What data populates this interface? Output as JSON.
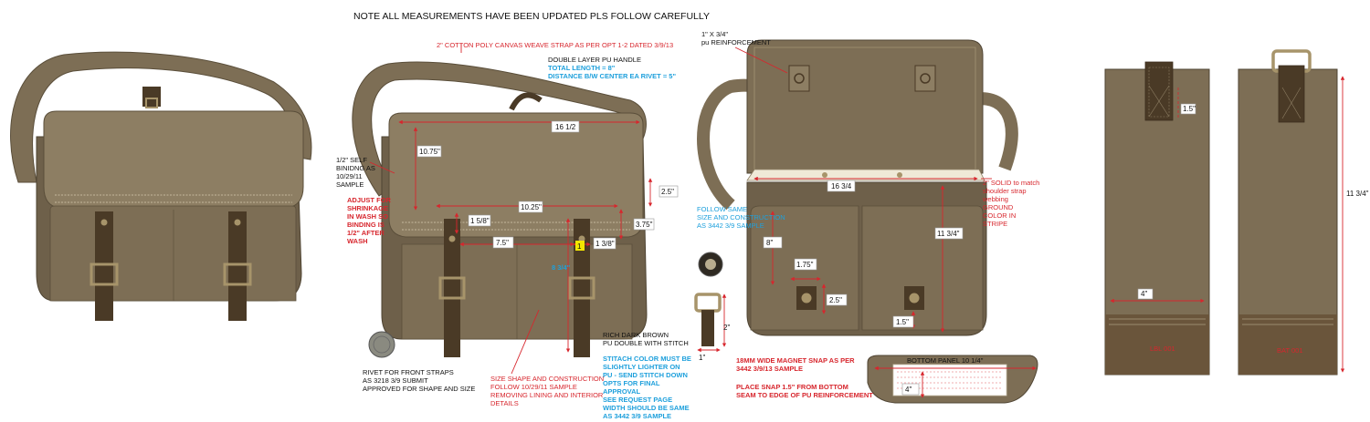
{
  "header_note": "NOTE ALL MEASUREMENTS HAVE BEEN UPDATED PLS FOLLOW CAREFULLY",
  "colors": {
    "canvas": "#7d6e55",
    "canvas_light": "#8d7e63",
    "leather": "#4a3a26",
    "hardware": "#a7946a",
    "red": "#d7262d",
    "blue": "#1ea0dc"
  },
  "view2": {
    "strap_note": "2\" COTTON POLY CANVAS WEAVE STRAP AS PER OPT 1-2 DATED 3/9/13",
    "handle_title": "DOUBLE LAYER PU HANDLE",
    "handle_length": "TOTAL LENGTH = 8\"",
    "handle_distance": "DISTANCE B/W CENTER EA RIVET = 5\"",
    "binding_lines": [
      "1/2\" SELF",
      "BINIDNG AS",
      "10/29/11",
      "SAMPLE"
    ],
    "shrink_lines": [
      "ADJUST FOR",
      "SHRINKAGE",
      "IN WASH SO",
      "BINDING IS",
      "1/2\" AFTER",
      "WASH"
    ],
    "rivet_lines": [
      "RIVET FOR FRONT STRAPS",
      "AS 3218 3/9 SUBMIT",
      "APPROVED FOR SHAPE AND SIZE"
    ],
    "size_lines": [
      "SIZE SHAPE AND CONSTRUCTION",
      "FOLLOW 10/29/11 SAMPLE",
      "REMOVING LINING AND INTERIOR",
      "DETAILS"
    ],
    "leather_lines": [
      "RICH DARK BROWN",
      "PU DOUBLE WITH STITCH"
    ],
    "stitch_lines": [
      "STITACH COLOR MUST BE",
      "SLIGHTLY LIGHTER ON",
      "PU - SEND STITCH DOWN",
      "OPTS FOR FINAL",
      "APPROVAL"
    ],
    "request_lines": [
      "SEE REQUEST PAGE",
      "WIDTH SHOULD BE SAME",
      "AS 3442 3/9 SAMPLE"
    ],
    "dims": {
      "width_top": "16 1/2",
      "height_flap": "10.75\"",
      "flap_width": "10.25\"",
      "side_gap": "2.5\"",
      "strap_off": "1 5/8\"",
      "strap_len": "3.75\"",
      "strap_space": "7.5\"",
      "strap_w": "1 3/8\"",
      "strap_num": "1",
      "total_h": "8 3/4\""
    }
  },
  "view3": {
    "reinf_lines": [
      "1\" X 3/4\"",
      "pu REINFORCEMENT"
    ],
    "follow_lines": [
      "FOLLOW SAME",
      "SIZE AND CONSTRUCTION",
      "AS 3442 3/9 SAMPLE"
    ],
    "solid_lines": [
      "2\" SOLID to match",
      "shoulder strap",
      "webbing",
      "GROUND",
      "COLOR IN",
      "STRIPE"
    ],
    "magnet_lines": [
      "18MM WIDE MAGNET SNAP AS PER",
      "3442 3/9/13 SAMPLE"
    ],
    "place_lines": [
      "PLACE SNAP 1.5\" FROM BOTTOM",
      "SEAM TO EDGE OF PU REINFORCEMENT"
    ],
    "bottom_panel": "BOTTOM PANEL 10 1/4\"",
    "dims": {
      "top_w": "16 3/4",
      "front_h": "8\"",
      "snap_w": "1.75\"",
      "snap_h": "2.5\"",
      "snap_off": "1.5\"",
      "full_h": "11 3/4\"",
      "bottom_d": "4\"",
      "buckle_h": "2\"",
      "buckle_w": "1\""
    }
  },
  "view4": {
    "tab_h": "1.5\"",
    "side_w": "4\"",
    "side_h": "11 3/4\"",
    "label_a": "LBL 001",
    "label_b": "BAT 001"
  }
}
